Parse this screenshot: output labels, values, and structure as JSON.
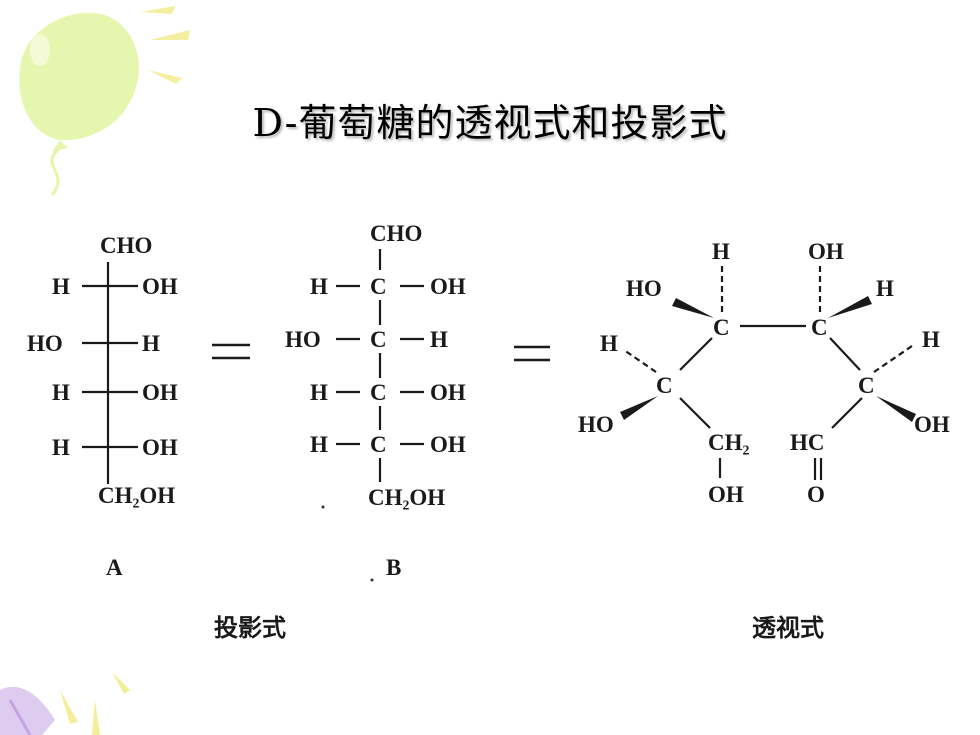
{
  "title": "D-葡萄糖的透视式和投影式",
  "structure_a": {
    "label": "A",
    "top": "CHO",
    "rows": [
      {
        "left": "H",
        "right": "OH"
      },
      {
        "left": "HO",
        "right": "H"
      },
      {
        "left": "H",
        "right": "OH"
      },
      {
        "left": "H",
        "right": "OH"
      }
    ],
    "bottom": "CH₂OH"
  },
  "structure_b": {
    "label": "B",
    "top": "CHO",
    "center": "C",
    "rows": [
      {
        "left": "H",
        "right": "OH"
      },
      {
        "left": "HO",
        "right": "H"
      },
      {
        "left": "H",
        "right": "OH"
      },
      {
        "left": "H",
        "right": "OH"
      }
    ],
    "bottom": "CH₂OH"
  },
  "equals_sign": "=",
  "perspective": {
    "c_label": "C",
    "h": "H",
    "oh": "OH",
    "ho": "HO",
    "ch2": "CH₂",
    "hc": "HC",
    "o": "O"
  },
  "captions": {
    "projection": "投影式",
    "perspective": "透视式"
  },
  "colors": {
    "balloon": "#e6f7a8",
    "accent_yellow": "#f2ec7a",
    "accent_purple": "#c9a6e8"
  }
}
